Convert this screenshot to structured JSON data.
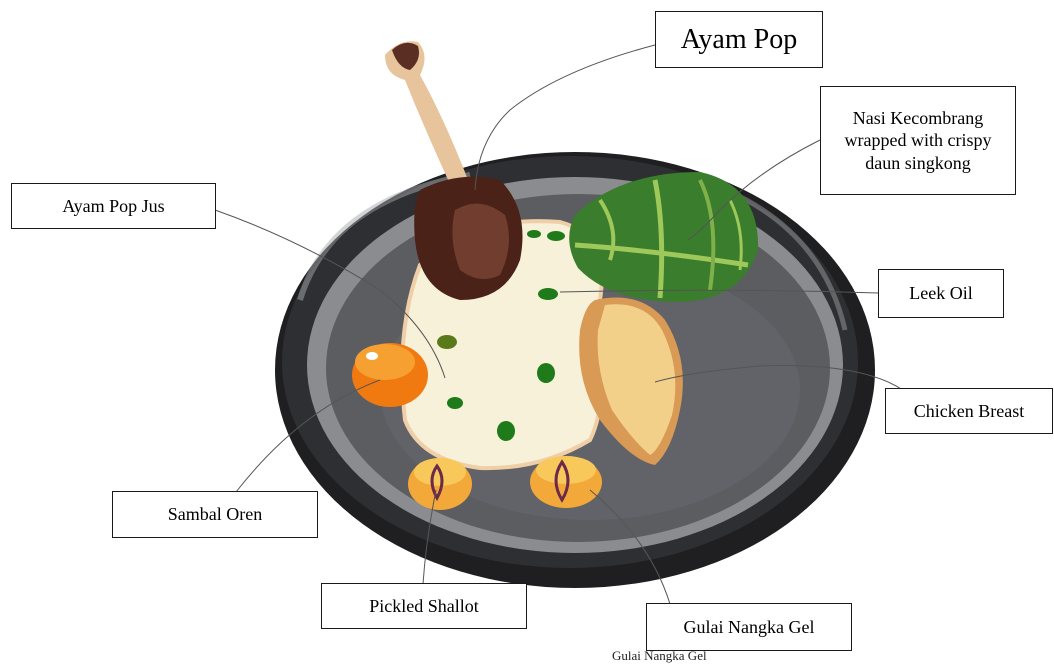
{
  "labels": {
    "ayam_pop": "Ayam Pop",
    "nasi_kecombrang": "Nasi Kecombrang\nwrapped with crispy\ndaun singkong",
    "ayam_pop_jus": "Ayam Pop Jus",
    "leek_oil": "Leek Oil",
    "chicken_breast": "Chicken Breast",
    "sambal_oren": "Sambal Oren",
    "pickled_shallot": "Pickled Shallot",
    "gulai_nangka_gel": "Gulai Nangka Gel"
  },
  "caption": "Gulai Nangka Gel",
  "colors": {
    "plate_rim": "#2a2a2c",
    "plate_inner": "#5d5f62",
    "sauce": "#f6f1d8",
    "leaf": "#3d7a2a",
    "chicken_leg": "#4a2218",
    "chicken_breast": "#f0c77a",
    "sambal": "#f07a10",
    "gel": "#f2a93a",
    "shallot": "#6b2a4a"
  }
}
